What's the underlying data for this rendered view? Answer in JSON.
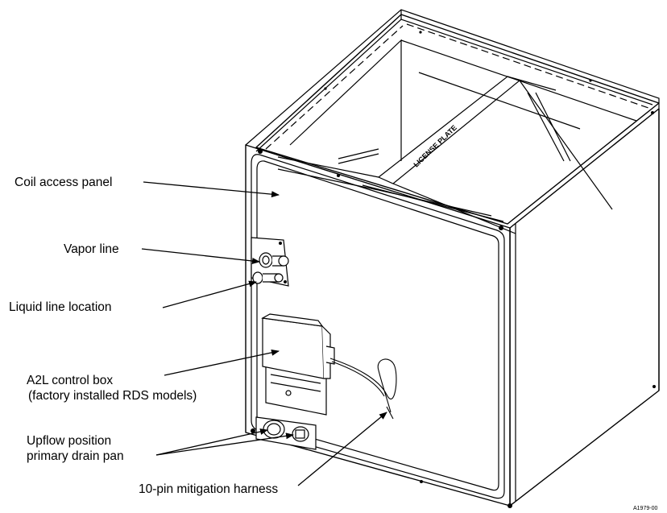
{
  "labels": {
    "coil_access_panel": "Coil access panel",
    "vapor_line": "Vapor line",
    "liquid_line_location": "Liquid line location",
    "a2l_control_box_line1": "A2L control box",
    "a2l_control_box_line2": "(factory installed RDS models)",
    "upflow_line1": "Upflow position",
    "upflow_line2": "primary drain pan",
    "mitigation_harness": "10-pin mitigation harness"
  },
  "plate_text": "LICENSE PLATE",
  "figure_id": "A1979-00"
}
